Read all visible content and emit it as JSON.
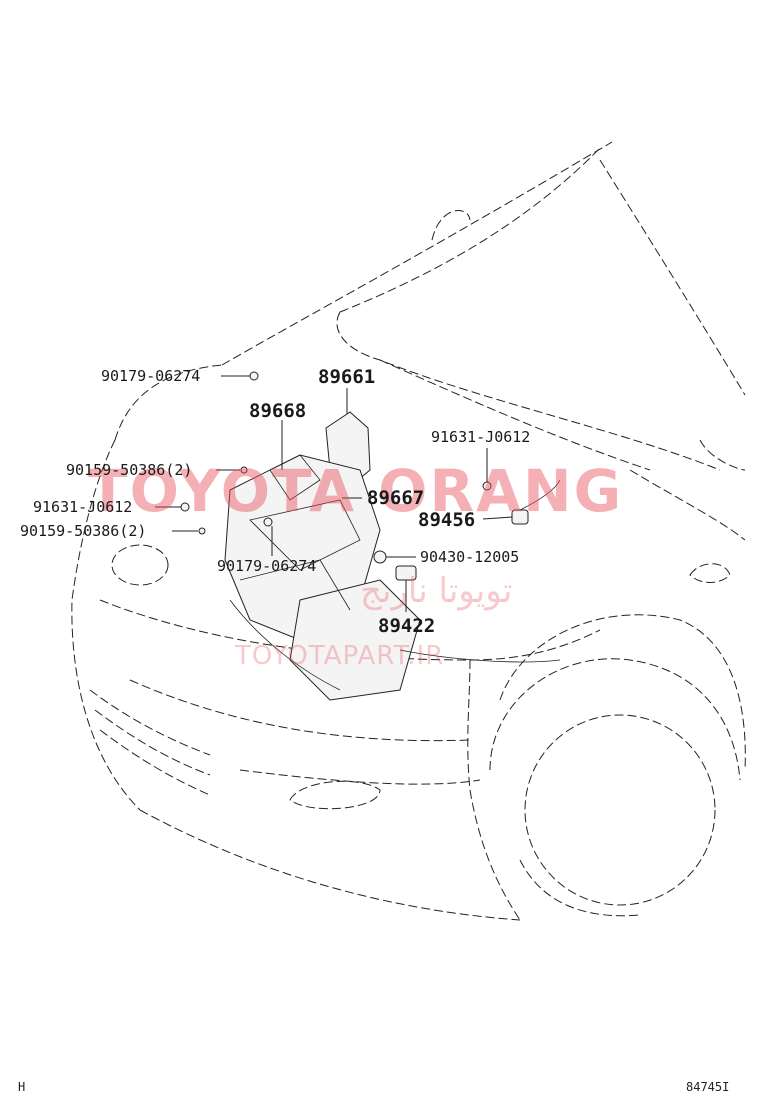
{
  "diagram": {
    "labels": {
      "p90179_top": "90179-06274",
      "p89661": "89661",
      "p89668": "89668",
      "p91631_right": "91631-J0612",
      "p90159_a": "90159-50386(2)",
      "p89667": "89667",
      "p91631_left": "91631-J0612",
      "p89456": "89456",
      "p90159_b": "90159-50386(2)",
      "p90430": "90430-12005",
      "p90179_bottom": "90179-06274",
      "p89422": "89422"
    },
    "watermark": {
      "main": "TOYOTA ORANG",
      "farsi": "تویوتا نارنج",
      "url": "TOYOTAPART.IR"
    },
    "corner_left": "H",
    "corner_right": "84745I"
  }
}
